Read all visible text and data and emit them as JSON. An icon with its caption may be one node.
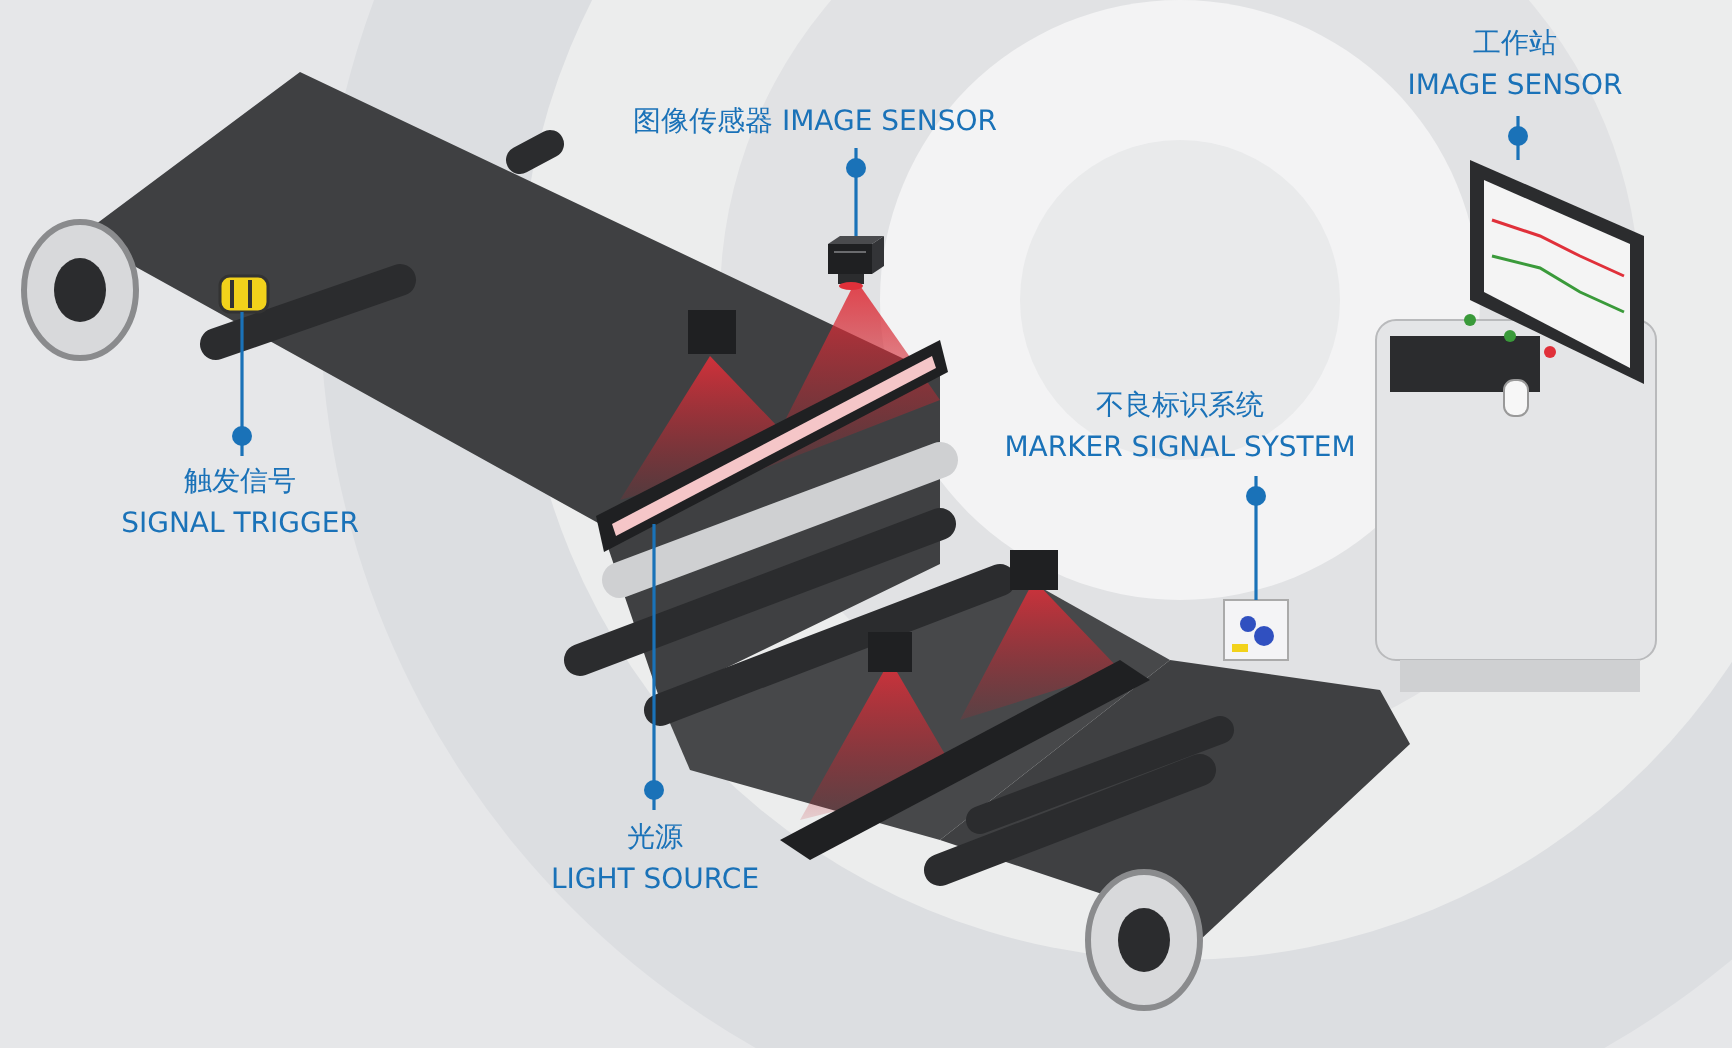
{
  "diagram": {
    "nodes": [
      {
        "text": [
          "图像传感器 IMAGE SENSOR"
        ]
      },
      {
        "text": [
          "工作站",
          "IMAGE SENSOR"
        ]
      },
      {
        "text": [
          "触发信号",
          "SIGNAL TRIGGER"
        ]
      },
      {
        "text": [
          "不良标识系统",
          "MARKER SIGNAL SYSTEM"
        ]
      },
      {
        "text": [
          "光源",
          "LIGHT SOURCE"
        ]
      },
      {
        "text": [],
        "shape": "picture"
      },
      {
        "text": [],
        "shape": "picture"
      },
      {
        "text": [],
        "shape": "picture"
      },
      {
        "text": [],
        "shape": "picture"
      },
      {
        "text": [],
        "shape": "picture"
      }
    ],
    "edges": [
      {
        "from": 0,
        "to": 5,
        "arrow": "none"
      },
      {
        "from": 1,
        "to": 6,
        "arrow": "none"
      },
      {
        "from": 2,
        "to": 7,
        "arrow": "none"
      },
      {
        "from": 3,
        "to": 8,
        "arrow": "none"
      },
      {
        "from": 4,
        "to": 9,
        "arrow": "none"
      }
    ]
  }
}
